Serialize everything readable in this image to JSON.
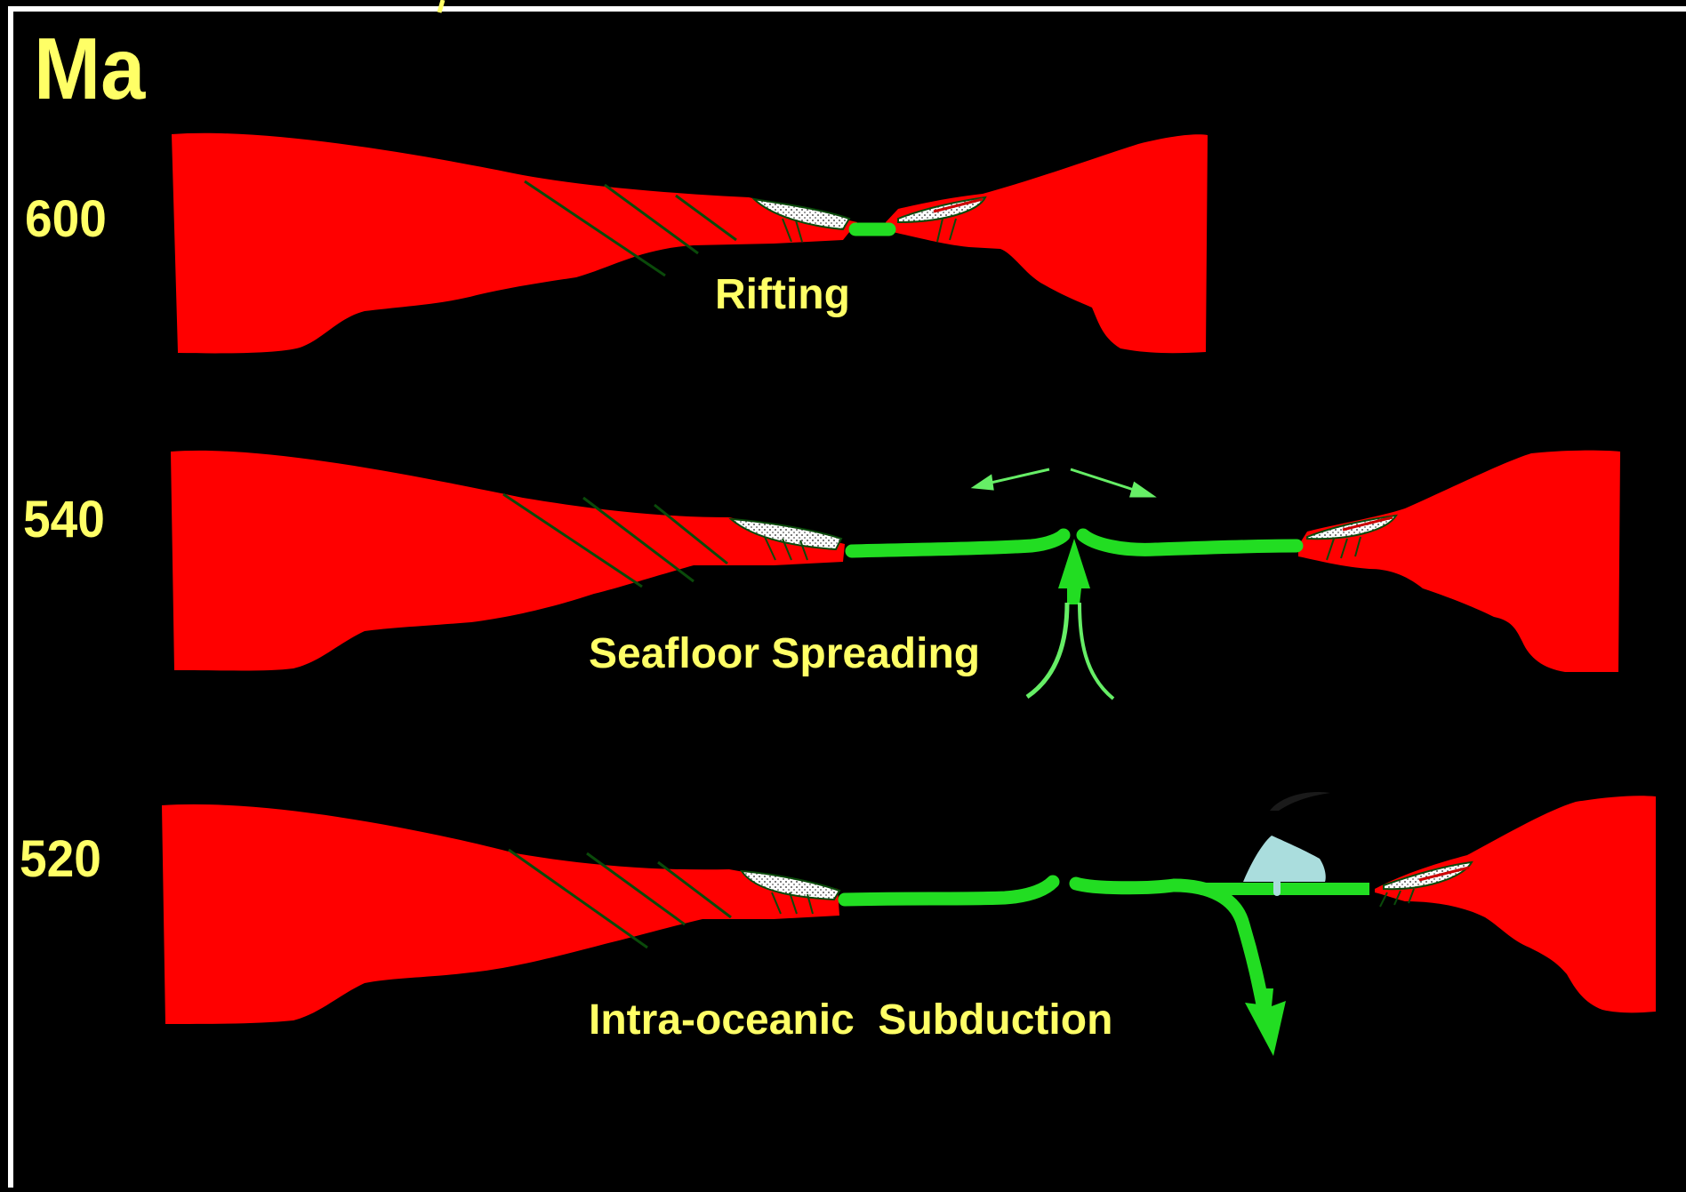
{
  "axis_unit": "Ma",
  "colors": {
    "background": "#000000",
    "frame": "#ffffff",
    "continental_crust": "#ff0000",
    "oceanic_crust": "#22dd22",
    "label_text": "#ffff66",
    "volcanic_arc": "#aadddd",
    "normal_faults": "#0a4a0a"
  },
  "stages": [
    {
      "age": "600",
      "name": "Rifting"
    },
    {
      "age": "540",
      "name": "Seafloor Spreading"
    },
    {
      "age": "520",
      "name": "Intra-oceanic  Subduction"
    }
  ]
}
